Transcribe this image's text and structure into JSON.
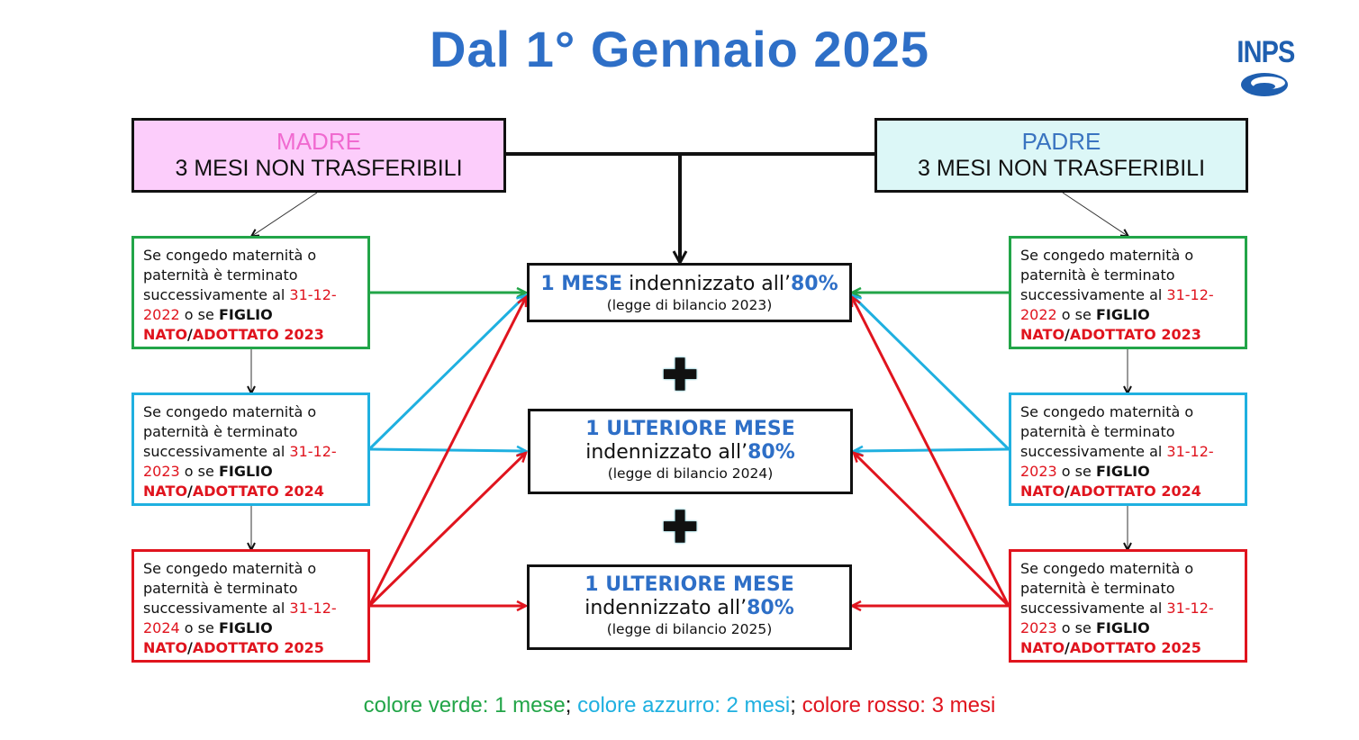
{
  "title": "Dal 1° Gennaio 2025",
  "logo": {
    "text": "INPS"
  },
  "mother": {
    "label": "MADRE",
    "sub": "3 MESI NON TRASFERIBILI"
  },
  "father": {
    "label": "PADRE",
    "sub": "3 MESI NON TRASFERIBILI"
  },
  "common": {
    "line1": "Se congedo maternità o",
    "line2": "paternità è terminato",
    "line3": "successivamente al ",
    "o_se": " o se ",
    "figlio": "FIGLIO",
    "nato": "NATO",
    "slash": "/"
  },
  "left_boxes": [
    {
      "date_a": "31-12-",
      "date_b": "2022",
      "adottato": "ADOTTATO  2023"
    },
    {
      "date_a": "31-12-",
      "date_b": "2023",
      "adottato": "ADOTTATO 2024"
    },
    {
      "date_a": "31-12-",
      "date_b": "2024",
      "adottato": "ADOTTATO 2025"
    }
  ],
  "right_boxes": [
    {
      "date_a": "31-12-",
      "date_b": "2022",
      "adottato": "ADOTTATO 2023"
    },
    {
      "date_a": "31-12-",
      "date_b": "2023",
      "adottato": "ADOTTATO 2024"
    },
    {
      "date_a": "31-12-",
      "date_b": "2023",
      "adottato": "ADOTTATO 2025"
    }
  ],
  "center": [
    {
      "lead": "1 MESE",
      "rest": " indennizzato all’",
      "pct": "80%",
      "law": "(legge di bilancio 2023)"
    },
    {
      "lead": "1 ULTERIORE MESE",
      "rest": "indennizzato all’",
      "pct": "80%",
      "law": "(legge di bilancio 2024)"
    },
    {
      "lead": "1 ULTERIORE MESE",
      "rest": "indennizzato all’",
      "pct": "80%",
      "law": "(legge di bilancio 2025)"
    }
  ],
  "plus": [
    "✚",
    "✚"
  ],
  "legend": {
    "green": "colore verde: 1 mese",
    "sep1": "; ",
    "blue": "colore azzurro: 2 mesi",
    "sep2": "; ",
    "red": "colore rosso: 3 mesi"
  },
  "colors": {
    "green": "#22a548",
    "blue": "#1fb0e0",
    "red": "#e0141e",
    "title_blue": "#2e6fc7"
  }
}
